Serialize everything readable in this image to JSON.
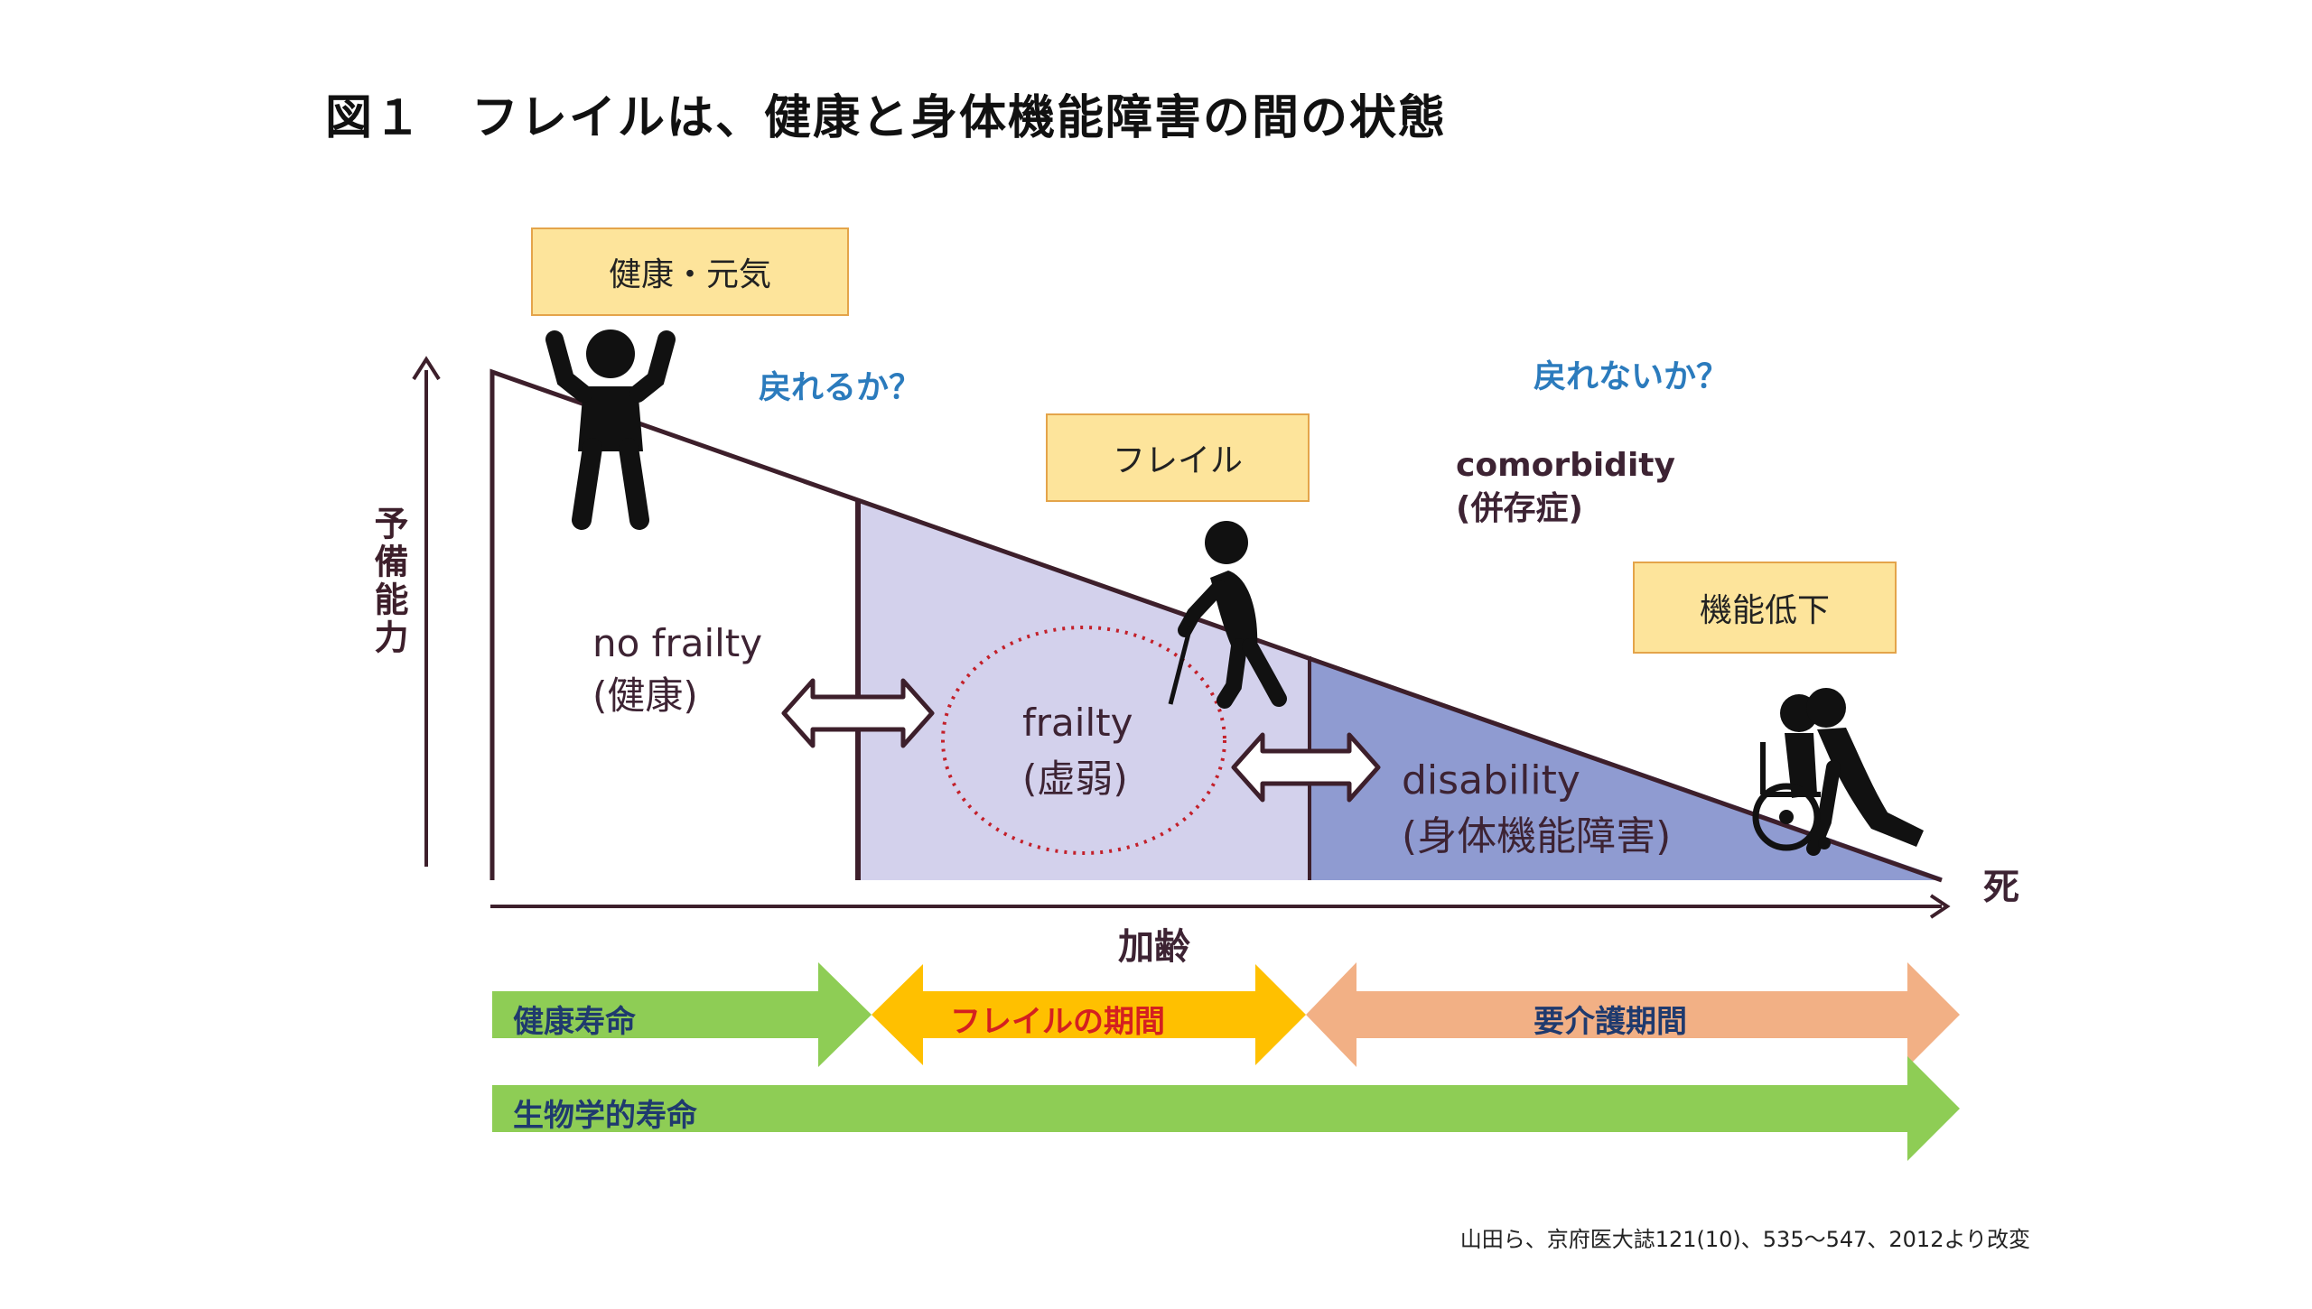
{
  "title": "図１　フレイルは、健康と身体機能障害の間の状態",
  "boxes": {
    "healthy": "健康・元気",
    "frailty": "フレイル",
    "decline": "機能低下"
  },
  "questions": {
    "can_return": "戻れるか？",
    "cannot_return": "戻れないか？"
  },
  "comorbidity": {
    "line1": "comorbidity",
    "line2": "(併存症)"
  },
  "zones": {
    "no_frailty_en": "no frailty",
    "no_frailty_jp": "(健康)",
    "frailty_en": "frailty",
    "frailty_jp": "(虚弱)",
    "disability_en": "disability",
    "disability_jp": "(身体機能障害)"
  },
  "axes": {
    "y_label": "予備能力",
    "x_label": "加齢",
    "end_label": "死"
  },
  "bars": {
    "healthy_lifespan": "健康寿命",
    "frailty_period": "フレイルの期間",
    "care_period": "要介護期間",
    "biological_lifespan": "生物学的寿命"
  },
  "colors": {
    "zone_frailty": "#d3d1ec",
    "zone_disability": "#8f9bd1",
    "box_fill": "#fde49b",
    "question_text": "#2b7bbd",
    "bar_green": "#8ecd55",
    "bar_yellow": "#ffc000",
    "bar_orange": "#f2b085",
    "axis": "#3d1f2b"
  },
  "citation": "山田ら、京府医大誌121(10)、535〜547、2012より改変"
}
